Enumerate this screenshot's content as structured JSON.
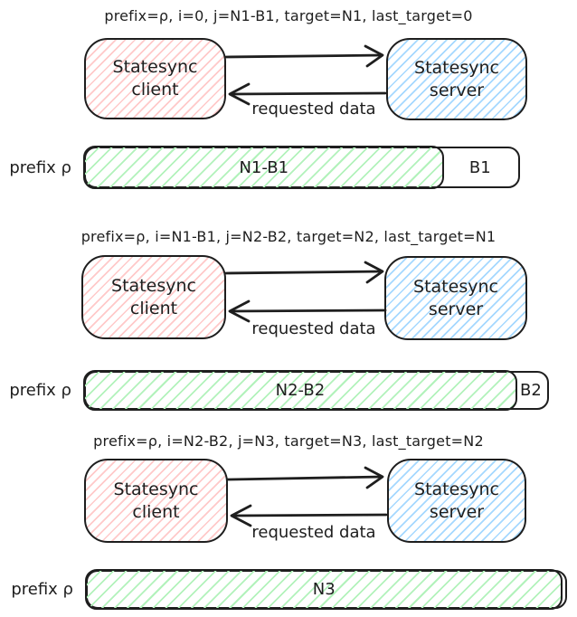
{
  "colors": {
    "ink": "#1e1e1e",
    "client_fill": "#ffc9c9",
    "server_fill": "#a5d8ff",
    "done_fill": "#b2f2bb",
    "background": "#ffffff"
  },
  "sections": [
    {
      "caption": "prefix=ρ, i=0, j=N1-B1, target=N1, last_target=0",
      "client_label": "Statesync client",
      "server_label": "Statesync server",
      "request_label": "requested data",
      "bar": {
        "prefix_label": "prefix ρ",
        "done_label": "N1-B1",
        "done_pct": 83.5,
        "remaining_label": "B1"
      }
    },
    {
      "caption": "prefix=ρ, i=N1-B1, j=N2-B2, target=N2, last_target=N1",
      "client_label": "Statesync client",
      "server_label": "Statesync server",
      "request_label": "requested data",
      "bar": {
        "prefix_label": "prefix ρ",
        "done_label": "N2-B2",
        "done_pct": 94,
        "remaining_label": "B2"
      }
    },
    {
      "caption": "prefix=ρ, i=N2-B2, j=N3, target=N3, last_target=N2",
      "client_label": "Statesync client",
      "server_label": "Statesync server",
      "request_label": "requested data",
      "bar": {
        "prefix_label": "prefix ρ",
        "done_label": "N3",
        "done_pct": 100
      }
    }
  ]
}
